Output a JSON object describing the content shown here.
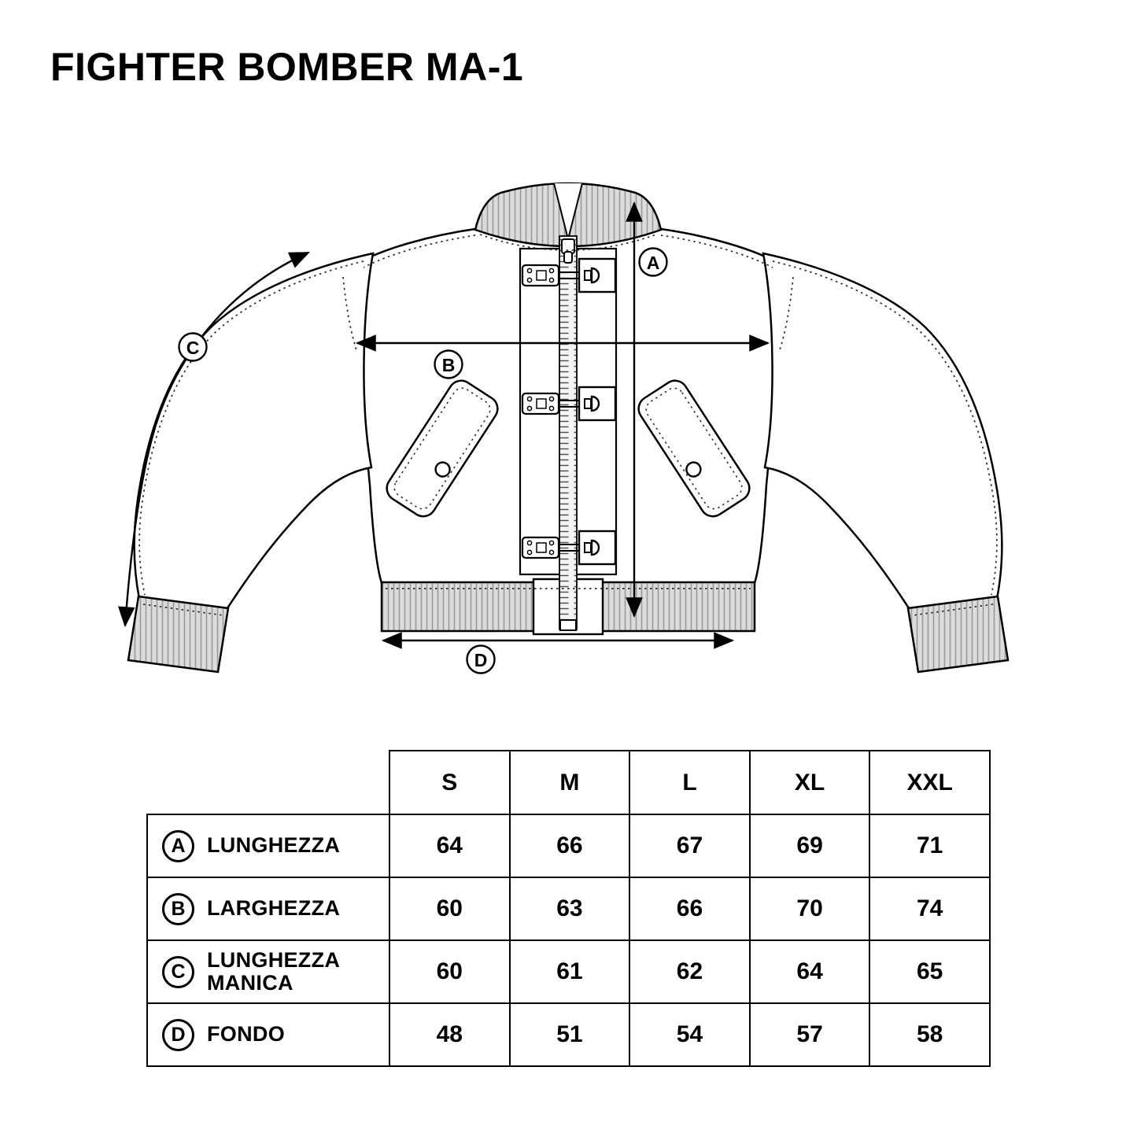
{
  "page": {
    "title": "FIGHTER BOMBER MA-1"
  },
  "chart_data": {
    "type": "table",
    "columns": [
      "S",
      "M",
      "L",
      "XL",
      "XXL"
    ],
    "rows": [
      {
        "key": "A",
        "label": "LUNGHEZZA",
        "values": [
          64,
          66,
          67,
          69,
          71
        ]
      },
      {
        "key": "B",
        "label": "LARGHEZZA",
        "values": [
          60,
          63,
          66,
          70,
          74
        ]
      },
      {
        "key": "C",
        "label": "LUNGHEZZA MANICA",
        "values": [
          60,
          61,
          62,
          64,
          65
        ]
      },
      {
        "key": "D",
        "label": "FONDO",
        "values": [
          48,
          51,
          54,
          57,
          58
        ]
      }
    ]
  }
}
